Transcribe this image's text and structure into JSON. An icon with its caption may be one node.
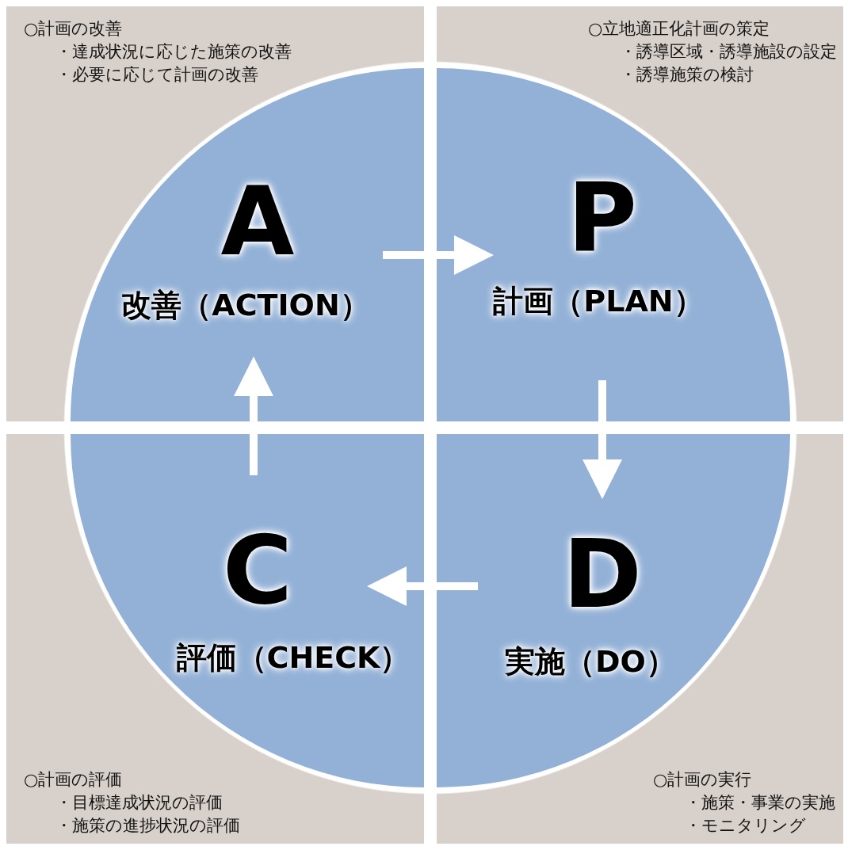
{
  "diagram": {
    "nodes": [
      {
        "text": [
          "○計画の改善",
          "・達成状況に応じた施策の改善",
          "・必要に応じて計画の改善"
        ]
      },
      {
        "text": [
          "A",
          "改善（ACTION）"
        ],
        "in": 0
      },
      {
        "text": [
          "○立地適正化計画の策定",
          "・誘導区域・誘導施設の設定",
          "・誘導施策の検討"
        ]
      },
      {
        "text": [
          "P",
          "計画（PLAN）"
        ],
        "in": 2
      },
      {
        "text": [
          "○計画の評価",
          "・目標達成状況の評価",
          "・施策の進捗状況の評価"
        ]
      },
      {
        "text": [
          "C",
          "評価（CHECK）"
        ],
        "in": 4
      },
      {
        "text": [
          "○計画の実行",
          "・施策・事業の実施",
          "・モニタリング"
        ]
      },
      {
        "text": [
          "D",
          "実施（DO）"
        ],
        "in": 6
      }
    ],
    "edges": [
      {
        "from": 1,
        "to": 3,
        "arrow": "to"
      },
      {
        "from": 3,
        "to": 7,
        "arrow": "to"
      },
      {
        "from": 7,
        "to": 5,
        "arrow": "to"
      },
      {
        "from": 5,
        "to": 1,
        "arrow": "to"
      }
    ]
  }
}
